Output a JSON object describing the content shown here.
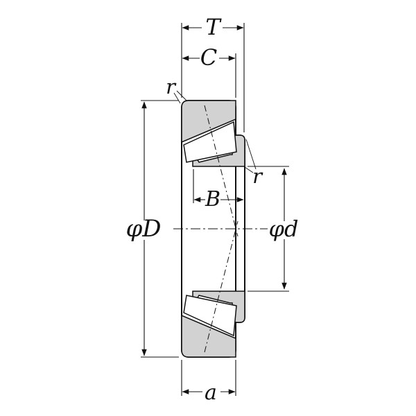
{
  "diagram": {
    "description": "Tapered roller bearing cross-section dimension drawing",
    "colors": {
      "line": "#111111",
      "section_fill": "#d2d2d2",
      "white_fill": "#ffffff",
      "background": "#ffffff"
    },
    "labels": {
      "overall_width": "T",
      "cup_width": "C",
      "cone_width": "B",
      "outer_diameter": "φD",
      "bore_diameter": "φd",
      "effective_center": "a",
      "outer_chamfer": "r",
      "inner_chamfer": "r"
    }
  }
}
